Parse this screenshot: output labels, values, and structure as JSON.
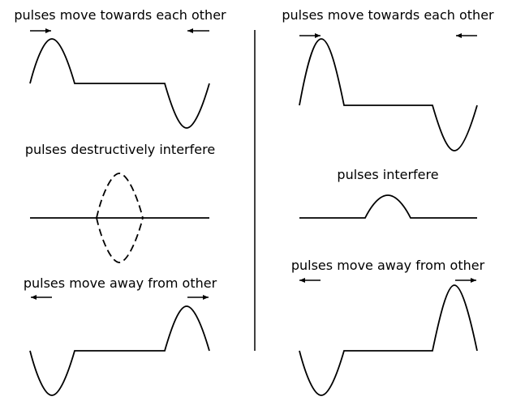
{
  "left_panel": {
    "top_caption": "pulses move towards each other",
    "middle_caption": "pulses destructively interfere",
    "bottom_caption": "pulses move away from other"
  },
  "right_panel": {
    "top_caption": "pulses move towards each other",
    "middle_caption": "pulses interfere",
    "bottom_caption": "pulses move away from other"
  },
  "colors": {
    "ink": "#000000",
    "background": "#ffffff"
  },
  "icons": {
    "direction_arrow": "arrow-icon"
  }
}
